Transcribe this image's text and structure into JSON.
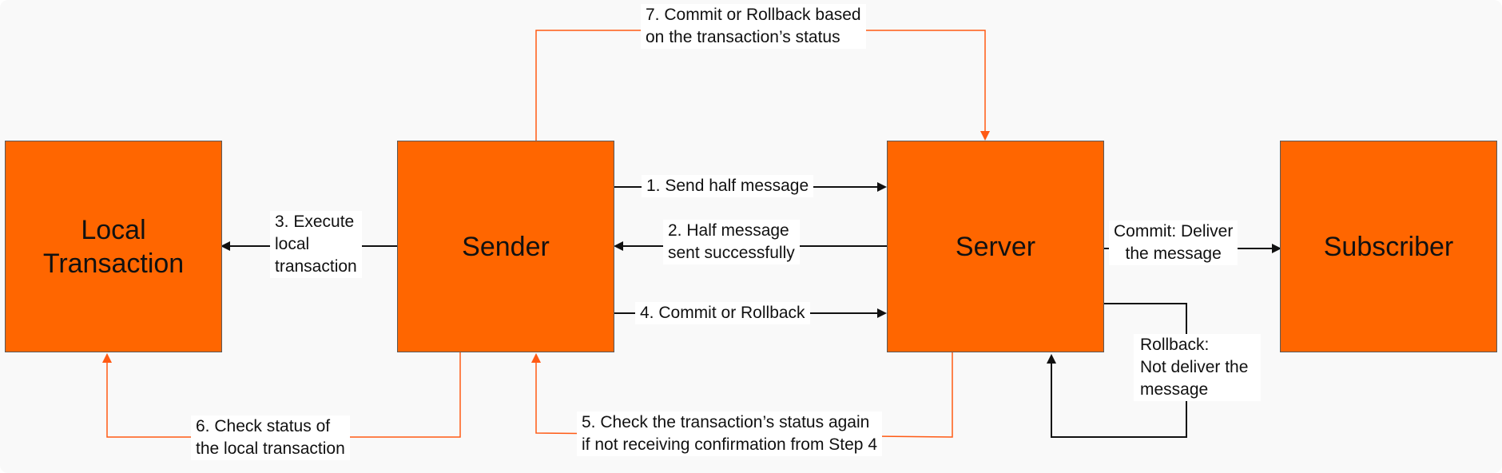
{
  "colors": {
    "box_fill": "#ff6600",
    "box_border": "#595959",
    "orange_line": "#ff5a14",
    "black_line": "#111111"
  },
  "nodes": {
    "local_transaction": "Local\nTransaction",
    "sender": "Sender",
    "server": "Server",
    "subscriber": "Subscriber"
  },
  "edges": {
    "step1": "1. Send half message",
    "step2": "2. Half message\nsent successfully",
    "step3": "3. Execute\nlocal\ntransaction",
    "step4": "4. Commit or Rollback",
    "step5": "5. Check the transaction’s status again\nif not receiving confirmation from Step 4",
    "step6": "6. Check status of\nthe local transaction",
    "step7": "7. Commit or Rollback based\non the transaction’s status",
    "commit": "Commit: Deliver\nthe message",
    "rollback": "Rollback:\nNot deliver the\nmessage"
  }
}
